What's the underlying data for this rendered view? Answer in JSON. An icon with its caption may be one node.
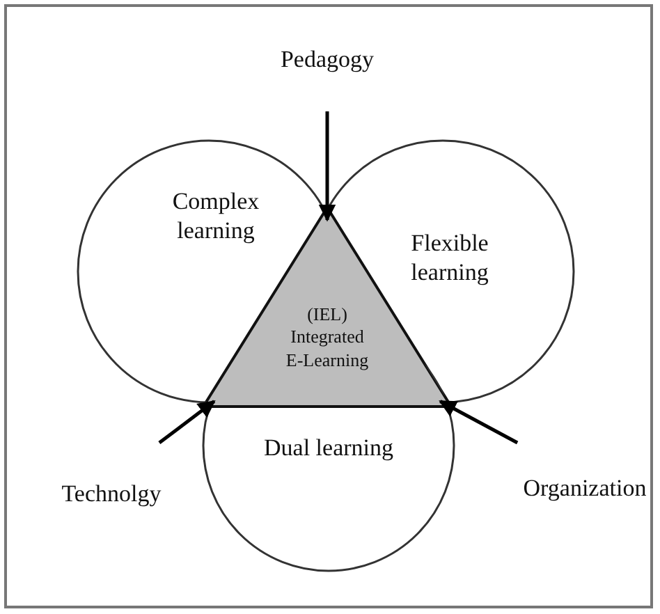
{
  "diagram": {
    "nodes": [
      {
        "text": [
          "Pedagogy"
        ]
      },
      {
        "text": [
          "Complex learning"
        ]
      },
      {
        "text": [
          "Flexible learning"
        ]
      },
      {
        "text": [
          "(IEL) Integrated E-Learning"
        ]
      },
      {
        "text": [
          "Dual learning"
        ]
      },
      {
        "text": [
          "Technolgy"
        ]
      },
      {
        "text": [
          "Organization"
        ]
      }
    ],
    "edges": [
      {
        "from": 0,
        "to": 3,
        "arrow": "to"
      },
      {
        "from": 5,
        "to": 3,
        "arrow": "to"
      },
      {
        "from": 6,
        "to": 3,
        "arrow": "to"
      }
    ]
  }
}
